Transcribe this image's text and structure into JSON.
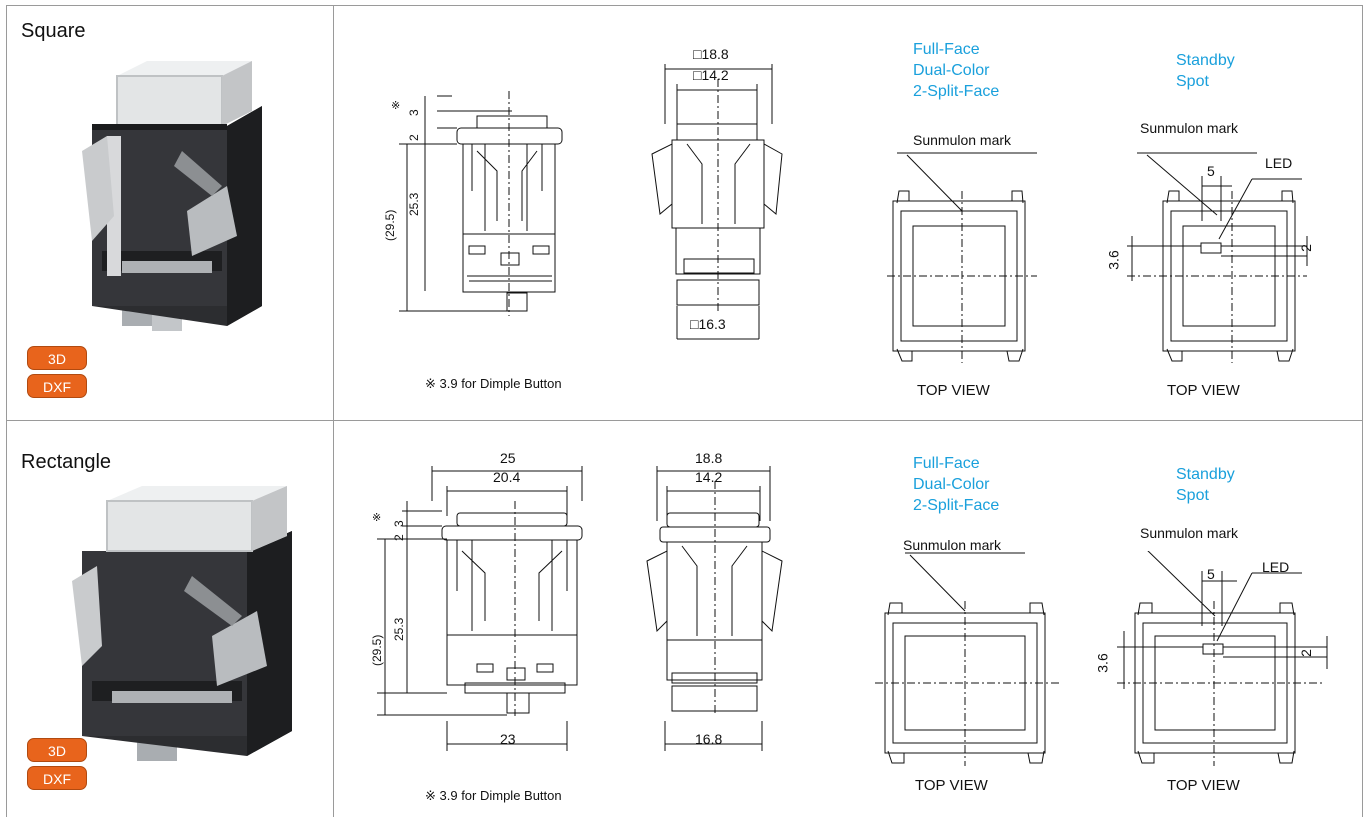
{
  "rows": [
    {
      "shape": "Square",
      "buttons": {
        "model_3d": "3D",
        "dxf": "DXF"
      },
      "side_view": {
        "note_mark": "※",
        "d_top": "3",
        "d_cap": "2",
        "d_body": "25.3",
        "d_total": "(29.5)"
      },
      "front_view": {
        "d_outer": "□18.8",
        "d_inner": "□14.2",
        "d_bottom": "□16.3"
      },
      "footnote": "※ 3.9 for Dimple Button",
      "top_view_1": {
        "color_types": [
          "Full-Face",
          "Dual-Color",
          "2-Split-Face"
        ],
        "mark_label": "Sunmulon mark",
        "caption": "TOP VIEW"
      },
      "top_view_2": {
        "color_types": [
          "Standby",
          "Spot"
        ],
        "mark_label": "Sunmulon mark",
        "led_label": "LED",
        "d_led_x": "5",
        "d_led_h": "2",
        "d_led_y": "3.6",
        "caption": "TOP VIEW"
      }
    },
    {
      "shape": "Rectangle",
      "buttons": {
        "model_3d": "3D",
        "dxf": "DXF"
      },
      "side_view": {
        "note_mark": "※",
        "d_top": "3",
        "d_cap": "2",
        "d_body": "25.3",
        "d_total": "(29.5)",
        "d_outer": "25",
        "d_inner": "20.4",
        "d_bottom": "23"
      },
      "front_view": {
        "d_outer": "18.8",
        "d_inner": "14.2",
        "d_bottom": "16.8"
      },
      "footnote": "※ 3.9 for Dimple Button",
      "top_view_1": {
        "color_types": [
          "Full-Face",
          "Dual-Color",
          "2-Split-Face"
        ],
        "mark_label": "Sunmulon mark",
        "caption": "TOP VIEW"
      },
      "top_view_2": {
        "color_types": [
          "Standby",
          "Spot"
        ],
        "mark_label": "Sunmulon mark",
        "led_label": "LED",
        "d_led_x": "5",
        "d_led_h": "2",
        "d_led_y": "3.6",
        "caption": "TOP VIEW"
      }
    }
  ],
  "colors": {
    "label_blue": "#1aa0dc",
    "button_orange": "#e8641c",
    "border_gray": "#9a9a9a"
  }
}
